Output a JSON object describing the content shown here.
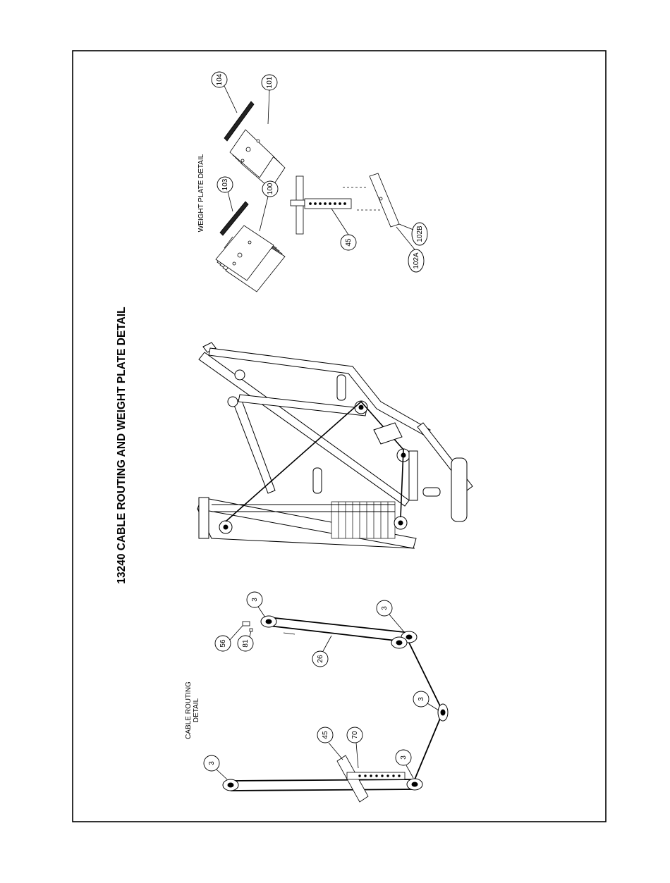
{
  "title": "13240 CABLE ROUTING AND WEIGHT PLATE DETAIL",
  "weight_plate_detail": {
    "label": "WEIGHT PLATE DETAIL",
    "callouts": [
      "104",
      "101",
      "103",
      "100",
      "45",
      "102A",
      "102B"
    ]
  },
  "cable_routing_detail": {
    "label_line1": "CABLE ROUTING",
    "label_line2": "DETAIL",
    "callouts": [
      "3",
      "3",
      "3",
      "3",
      "3",
      "56",
      "81",
      "26",
      "45",
      "70"
    ]
  },
  "colors": {
    "ink": "#000000",
    "paper": "#ffffff",
    "shade": "#444444"
  }
}
